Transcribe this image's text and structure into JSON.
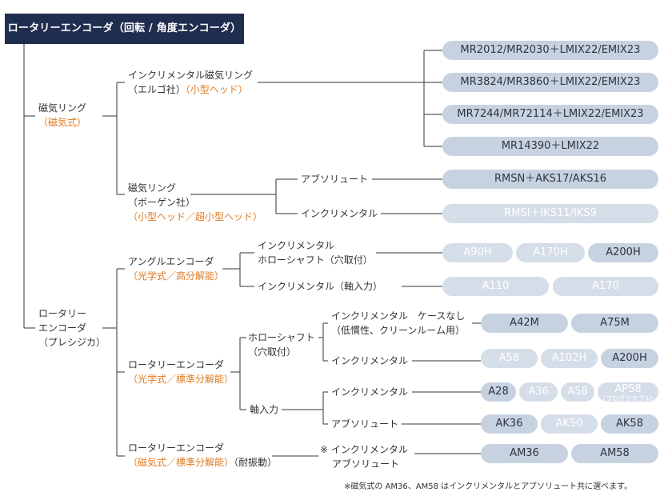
{
  "title": "ロータリーエンコーダ（回転 / 角度エンコーダ）",
  "branches": {
    "magnetic": {
      "line1": "磁気リング",
      "line2": "（磁気式）"
    },
    "precision": {
      "line1": "ロータリー",
      "line2": "エンコーダ",
      "line3": "（プレシジカ）"
    }
  },
  "magnetic": {
    "incremental_ring": {
      "line1": "インクリメンタル磁気リング",
      "line2a": "（エルゴ社）",
      "line2b": "（小型ヘッド）"
    },
    "bogen_ring": {
      "line1": "磁気リング",
      "line2": "（ボーゲン社）",
      "line3": "（小型ヘッド／超小型ヘッド）"
    },
    "absolute": "アブソリュート",
    "incremental": "インクリメンタル"
  },
  "precision": {
    "angle_encoder": {
      "line1": "アングルエンコーダ",
      "line2": "（光学式／高分解能）"
    },
    "angle_hollow": {
      "line1": "インクリメンタル",
      "line2": "ホローシャフト（穴取付）"
    },
    "angle_shaft": "インクリメンタル（軸入力）",
    "rotary_optical": {
      "line1": "ロータリーエンコーダ",
      "line2": "（光学式／標準分解能）"
    },
    "hollow_shaft": {
      "line1": "ホローシャフト",
      "line2": "（穴取付）"
    },
    "hollow_nocase": {
      "line1": "インクリメンタル　ケースなし",
      "line2": "（低慣性、クリーンルーム用）"
    },
    "hollow_incremental": "インクリメンタル",
    "shaft_input": "軸入力",
    "shaft_incremental": "インクリメンタル",
    "shaft_absolute": "アブソリュート",
    "rotary_magnetic": {
      "line1": "ロータリーエンコーダ",
      "line2a": "（磁気式／標準分解能）",
      "line2b": "（耐振動）"
    },
    "magnetic_types": {
      "line1": "※ インクリメンタル",
      "line2": "アブソリュート"
    }
  },
  "products": {
    "mr1": "MR2012/MR2030＋LMIX22/EMIX23",
    "mr2": "MR3824/MR3860＋LMIX22/EMIX23",
    "mr3": "MR7244/MR72114＋LMIX22/EMIX23",
    "mr4": "MR14390＋LMIX22",
    "rmsn": "RMSN＋AKS17/AKS16",
    "rmsi": "RMSI＋IKS11/IKS9",
    "a90h": "A90H",
    "a170h": "A170H",
    "a200h_1": "A200H",
    "a110": "A110",
    "a170": "A170",
    "a42m": "A42M",
    "a75m": "A75M",
    "a58_1": "A58",
    "a102h": "A102H",
    "a200h_2": "A200H",
    "a28": "A28",
    "a36": "A36",
    "a58_2": "A58",
    "ap58": "AP58",
    "ap58_sub": "（プログラマブル）",
    "ak36": "AK36",
    "ak50": "AK50",
    "ak58": "AK58",
    "am36": "AM36",
    "am58": "AM58"
  },
  "footnote": "※磁気式の AM36、AM58 はインクリメンタルとアブソリュート共に選べます。"
}
